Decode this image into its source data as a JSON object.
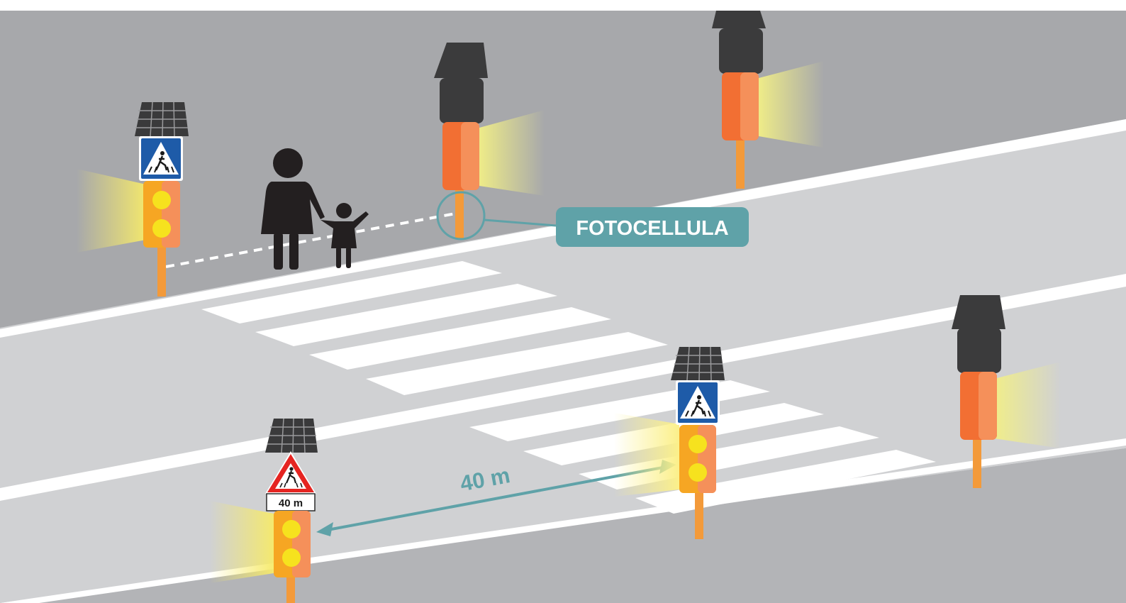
{
  "labels": {
    "fotocellula": "FOTOCELLULA",
    "distance": "40 m",
    "sign_distance": "40 m"
  },
  "colors": {
    "sidewalk_upper": "#a7a8ab",
    "road": "#d0d1d3",
    "sidewalk_lower": "#b3b4b7",
    "lane_line": "#ffffff",
    "pole": "#f39a3a",
    "housing_dark": "#f26f33",
    "housing_light": "#f5905a",
    "housing_amber": "#f6a623",
    "lamp": "#f6e21e",
    "camera": "#3b3b3c",
    "panel": "#3a3a3b",
    "sign_blue": "#1e5ba8",
    "sign_red": "#e52421",
    "accent_teal": "#5fa2a8",
    "people": "#231f20"
  },
  "icons": [
    "solar-panel-icon",
    "pedestrian-crossing-sign-icon",
    "warning-triangle-sign-icon",
    "traffic-light-icon",
    "photocell-camera-icon",
    "woman-icon",
    "child-icon"
  ]
}
